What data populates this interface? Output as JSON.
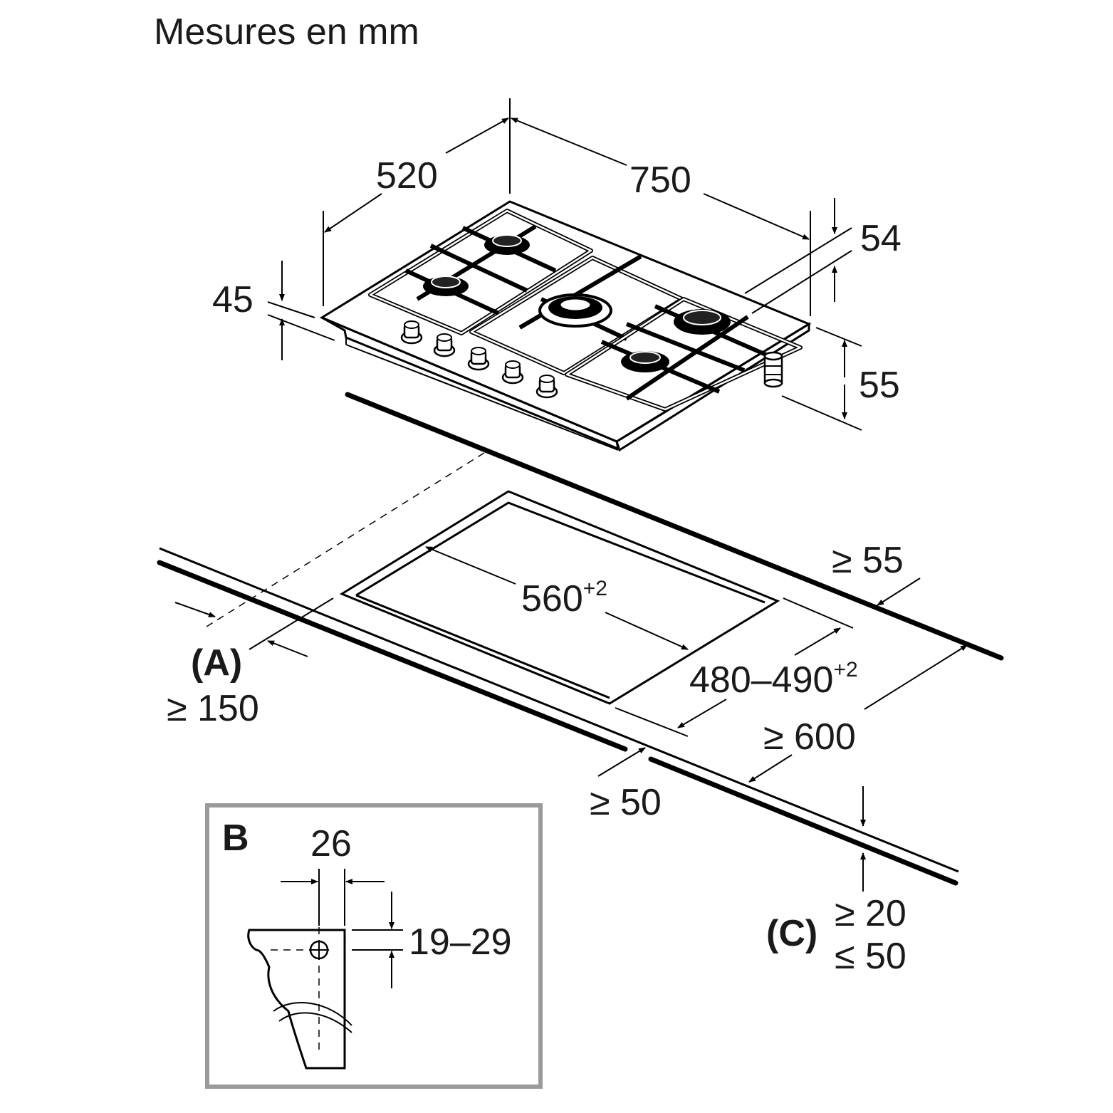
{
  "title": "Mesures en mm",
  "hob": {
    "width": "750",
    "depth": "520",
    "thickness_front": "45",
    "height_back": "54",
    "height_under": "55"
  },
  "cutout": {
    "width_value": "560",
    "width_tolerance": "+2",
    "depth_value": "480–490",
    "depth_tolerance": "+2"
  },
  "clearances": {
    "back": "≥ 55",
    "side_label": "(A)",
    "side": "≥ 150",
    "front": "≥ 50",
    "depth_min": "≥ 600",
    "worktop_label": "(C)",
    "worktop_min": "≥ 20",
    "worktop_max": "≤ 50"
  },
  "detail_b": {
    "label": "B",
    "width": "26",
    "height_range": "19–29"
  },
  "colors": {
    "line": "#000000",
    "frame": "#9a9a9a",
    "text": "#1a1a1a"
  }
}
